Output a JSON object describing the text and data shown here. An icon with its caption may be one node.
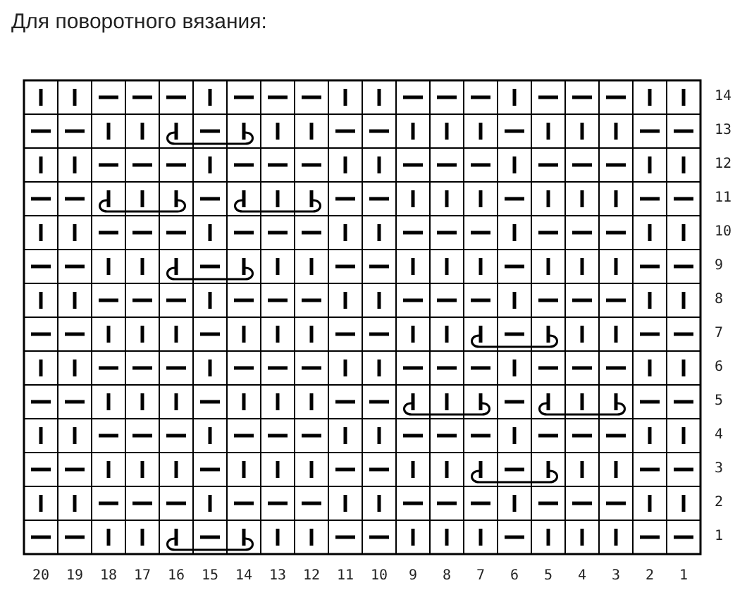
{
  "diagram": {
    "title": "Для поворотного вязания:",
    "labels": [
      "14",
      "13",
      "12",
      "11",
      "10",
      "9",
      "8",
      "7",
      "6",
      "5",
      "4",
      "3",
      "2",
      "1",
      "20",
      "19",
      "18",
      "17",
      "16",
      "15",
      "14",
      "13",
      "12",
      "11",
      "10",
      "9",
      "8",
      "7",
      "6",
      "5",
      "4",
      "3",
      "2",
      "1"
    ]
  }
}
